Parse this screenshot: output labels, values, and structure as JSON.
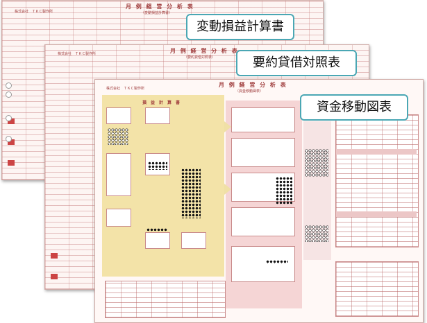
{
  "labels": {
    "back": "変動損益計算書",
    "middle": "要約貸借対照表",
    "front": "資金移動図表"
  },
  "sheet_titles": {
    "back": "月 例 経 営 分 析 表",
    "back_sub": "（変動損益計算書）",
    "middle": "月 例 経 営 分 析 表",
    "middle_sub": "（要約貸借対照表）",
    "front": "月 例 経 営 分 析 表",
    "front_sub": "（資金移動図表）"
  },
  "company": {
    "back": "株式会社　ＴＫＣ製作所",
    "middle": "株式会社　ＴＫＣ製作所",
    "front": "株式会社　ＴＫＣ製作所"
  },
  "front_sections": {
    "pl": "損　益　計　算　書"
  },
  "colors": {
    "callout_border": "#4aa7b4",
    "sheet_line": "#c47878",
    "accent_red": "#c44444",
    "diagram_yellow": "#f3e3a8"
  }
}
